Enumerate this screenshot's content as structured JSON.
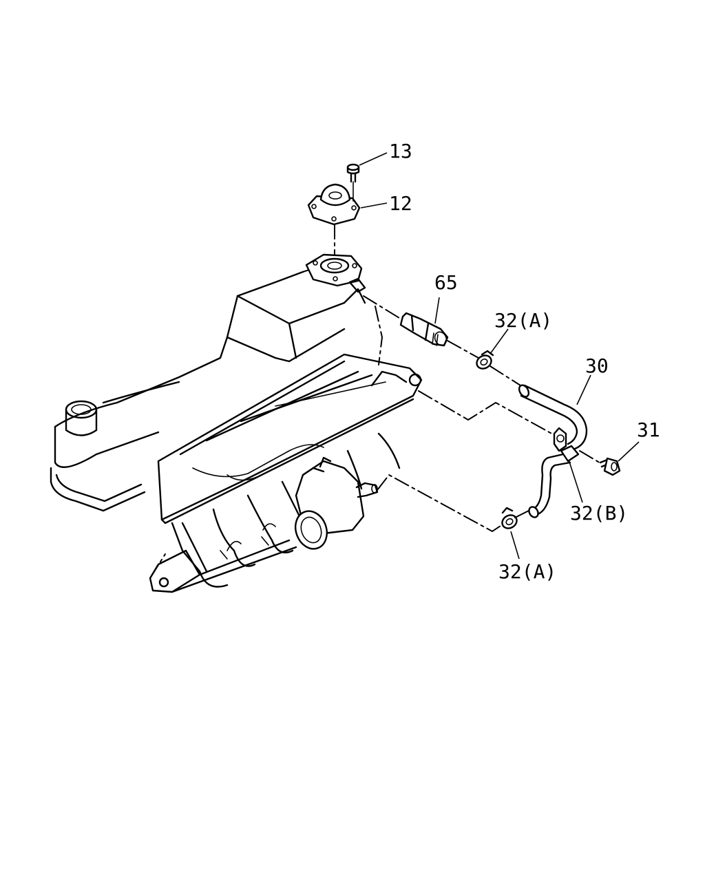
{
  "callouts": {
    "c13": "13",
    "c12": "12",
    "c65": "65",
    "c32a_top": "32(A)",
    "c30": "30",
    "c31": "31",
    "c32b": "32(B)",
    "c32a_bottom": "32(A)"
  }
}
